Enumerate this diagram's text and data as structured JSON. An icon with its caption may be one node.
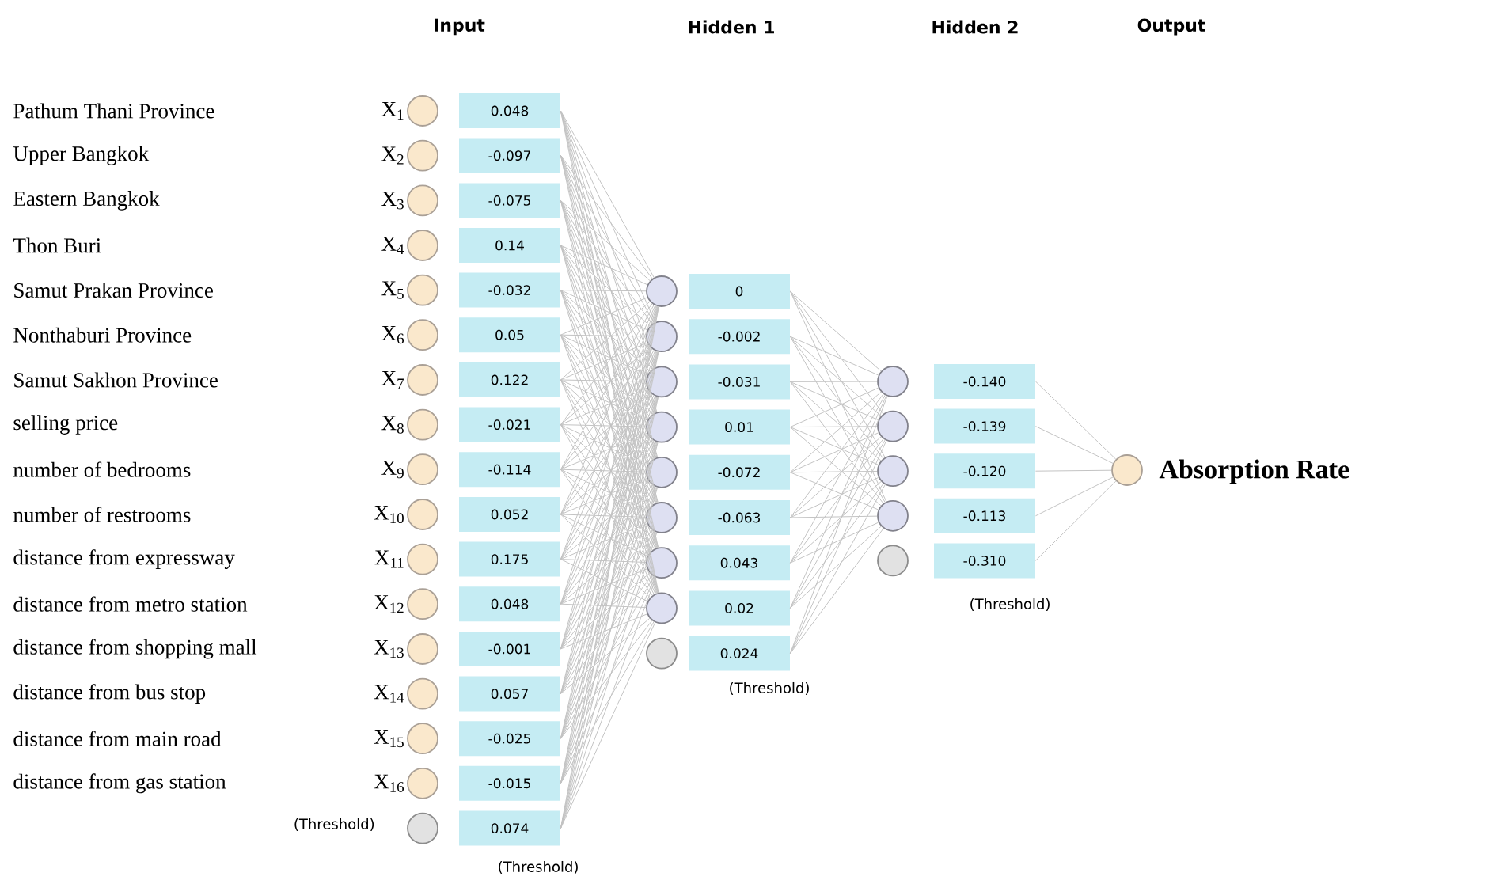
{
  "diagram": {
    "nodes": [
      {
        "text": [],
        "shape": "circle",
        "beside": [
          "X$_{1}$"
        ]
      },
      {
        "text": [
          "0.048"
        ]
      },
      {
        "text": [],
        "shape": "circle",
        "beside": [
          "X$_{2}$"
        ]
      },
      {
        "text": [
          "-0.097"
        ]
      },
      {
        "text": [],
        "shape": "circle",
        "beside": [
          "X$_{3}$"
        ]
      },
      {
        "text": [
          "-0.075"
        ]
      },
      {
        "text": [],
        "shape": "circle",
        "beside": [
          "X$_{4}$"
        ]
      },
      {
        "text": [
          "0.14"
        ]
      },
      {
        "text": [],
        "shape": "circle",
        "beside": [
          "X$_{5}$"
        ]
      },
      {
        "text": [
          "-0.032"
        ]
      },
      {
        "text": [],
        "shape": "circle",
        "beside": [
          "X$_{6}$"
        ]
      },
      {
        "text": [
          "0.05"
        ]
      },
      {
        "text": [],
        "shape": "circle",
        "beside": [
          "X$_{7}$"
        ]
      },
      {
        "text": [
          "0.122"
        ]
      },
      {
        "text": [],
        "shape": "circle",
        "beside": [
          "X$_{8}$"
        ]
      },
      {
        "text": [
          "-0.021"
        ]
      },
      {
        "text": [],
        "shape": "circle",
        "beside": [
          "X$_{9}$"
        ]
      },
      {
        "text": [
          "-0.114"
        ]
      },
      {
        "text": [],
        "shape": "circle",
        "beside": [
          "X$_{10}$"
        ]
      },
      {
        "text": [
          "0.052"
        ]
      },
      {
        "text": [],
        "shape": "circle",
        "beside": [
          "X$_{11}$"
        ]
      },
      {
        "text": [
          "0.175"
        ]
      },
      {
        "text": [],
        "shape": "circle",
        "beside": [
          "X$_{12}$"
        ]
      },
      {
        "text": [
          "0.048"
        ]
      },
      {
        "text": [],
        "shape": "circle",
        "beside": [
          "X$_{13}$"
        ]
      },
      {
        "text": [
          "-0.001"
        ]
      },
      {
        "text": [],
        "shape": "circle",
        "beside": [
          "X$_{14}$"
        ]
      },
      {
        "text": [
          "0.057"
        ]
      },
      {
        "text": [],
        "shape": "circle",
        "beside": [
          "X$_{15}$"
        ]
      },
      {
        "text": [
          "-0.025"
        ]
      },
      {
        "text": [],
        "shape": "circle",
        "beside": [
          "X$_{16}$"
        ]
      },
      {
        "text": [
          "-0.015"
        ]
      },
      {
        "text": [],
        "shape": "circle"
      },
      {
        "text": [
          "0.074"
        ]
      },
      {
        "text": [],
        "shape": "circle"
      },
      {
        "text": [
          "0"
        ]
      },
      {
        "text": [],
        "shape": "circle"
      },
      {
        "text": [
          "-0.002"
        ]
      },
      {
        "text": [],
        "shape": "circle"
      },
      {
        "text": [
          "-0.031"
        ]
      },
      {
        "text": [],
        "shape": "circle"
      },
      {
        "text": [
          "0.01"
        ]
      },
      {
        "text": [],
        "shape": "circle"
      },
      {
        "text": [
          "-0.072"
        ]
      },
      {
        "text": [],
        "shape": "circle"
      },
      {
        "text": [
          "-0.063"
        ]
      },
      {
        "text": [],
        "shape": "circle"
      },
      {
        "text": [
          "0.043"
        ]
      },
      {
        "text": [],
        "shape": "circle"
      },
      {
        "text": [
          "0.02"
        ]
      },
      {
        "text": [],
        "shape": "circle"
      },
      {
        "text": [
          "0.024"
        ]
      },
      {
        "text": [],
        "shape": "circle"
      },
      {
        "text": [
          "-0.140"
        ]
      },
      {
        "text": [],
        "shape": "circle"
      },
      {
        "text": [
          "-0.139"
        ]
      },
      {
        "text": [],
        "shape": "circle"
      },
      {
        "text": [
          "-0.120"
        ]
      },
      {
        "text": [],
        "shape": "circle"
      },
      {
        "text": [
          "-0.113"
        ]
      },
      {
        "text": [],
        "shape": "circle"
      },
      {
        "text": [
          "-0.310"
        ]
      },
      {
        "text": [],
        "shape": "circle",
        "beside": [
          "Absorption Rate"
        ]
      }
    ],
    "edges": [
      {
        "from": 1,
        "to": 34,
        "arrow": "none"
      },
      {
        "from": 1,
        "to": 36,
        "arrow": "none"
      },
      {
        "from": 1,
        "to": 38,
        "arrow": "none"
      },
      {
        "from": 1,
        "to": 40,
        "arrow": "none"
      },
      {
        "from": 1,
        "to": 42,
        "arrow": "none"
      },
      {
        "from": 1,
        "to": 44,
        "arrow": "none"
      },
      {
        "from": 1,
        "to": 46,
        "arrow": "none"
      },
      {
        "from": 1,
        "to": 48,
        "arrow": "none"
      },
      {
        "from": 3,
        "to": 34,
        "arrow": "none"
      },
      {
        "from": 3,
        "to": 36,
        "arrow": "none"
      },
      {
        "from": 3,
        "to": 38,
        "arrow": "none"
      },
      {
        "from": 3,
        "to": 40,
        "arrow": "none"
      },
      {
        "from": 3,
        "to": 42,
        "arrow": "none"
      },
      {
        "from": 3,
        "to": 44,
        "arrow": "none"
      },
      {
        "from": 3,
        "to": 46,
        "arrow": "none"
      },
      {
        "from": 3,
        "to": 48,
        "arrow": "none"
      },
      {
        "from": 5,
        "to": 34,
        "arrow": "none"
      },
      {
        "from": 5,
        "to": 36,
        "arrow": "none"
      },
      {
        "from": 5,
        "to": 38,
        "arrow": "none"
      },
      {
        "from": 5,
        "to": 40,
        "arrow": "none"
      },
      {
        "from": 5,
        "to": 42,
        "arrow": "none"
      },
      {
        "from": 5,
        "to": 44,
        "arrow": "none"
      },
      {
        "from": 5,
        "to": 46,
        "arrow": "none"
      },
      {
        "from": 5,
        "to": 48,
        "arrow": "none"
      },
      {
        "from": 7,
        "to": 34,
        "arrow": "none"
      },
      {
        "from": 7,
        "to": 36,
        "arrow": "none"
      },
      {
        "from": 7,
        "to": 38,
        "arrow": "none"
      },
      {
        "from": 7,
        "to": 40,
        "arrow": "none"
      },
      {
        "from": 7,
        "to": 42,
        "arrow": "none"
      },
      {
        "from": 7,
        "to": 44,
        "arrow": "none"
      },
      {
        "from": 7,
        "to": 46,
        "arrow": "none"
      },
      {
        "from": 7,
        "to": 48,
        "arrow": "none"
      },
      {
        "from": 9,
        "to": 34,
        "arrow": "none"
      },
      {
        "from": 9,
        "to": 36,
        "arrow": "none"
      },
      {
        "from": 9,
        "to": 38,
        "arrow": "none"
      },
      {
        "from": 9,
        "to": 40,
        "arrow": "none"
      },
      {
        "from": 9,
        "to": 42,
        "arrow": "none"
      },
      {
        "from": 9,
        "to": 44,
        "arrow": "none"
      },
      {
        "from": 9,
        "to": 46,
        "arrow": "none"
      },
      {
        "from": 9,
        "to": 48,
        "arrow": "none"
      },
      {
        "from": 11,
        "to": 34,
        "arrow": "none"
      },
      {
        "from": 11,
        "to": 36,
        "arrow": "none"
      },
      {
        "from": 11,
        "to": 38,
        "arrow": "none"
      },
      {
        "from": 11,
        "to": 40,
        "arrow": "none"
      },
      {
        "from": 11,
        "to": 42,
        "arrow": "none"
      },
      {
        "from": 11,
        "to": 44,
        "arrow": "none"
      },
      {
        "from": 11,
        "to": 46,
        "arrow": "none"
      },
      {
        "from": 11,
        "to": 48,
        "arrow": "none"
      },
      {
        "from": 13,
        "to": 34,
        "arrow": "none"
      },
      {
        "from": 13,
        "to": 36,
        "arrow": "none"
      },
      {
        "from": 13,
        "to": 38,
        "arrow": "none"
      },
      {
        "from": 13,
        "to": 40,
        "arrow": "none"
      },
      {
        "from": 13,
        "to": 42,
        "arrow": "none"
      },
      {
        "from": 13,
        "to": 44,
        "arrow": "none"
      },
      {
        "from": 13,
        "to": 46,
        "arrow": "none"
      },
      {
        "from": 13,
        "to": 48,
        "arrow": "none"
      },
      {
        "from": 15,
        "to": 34,
        "arrow": "none"
      },
      {
        "from": 15,
        "to": 36,
        "arrow": "none"
      },
      {
        "from": 15,
        "to": 38,
        "arrow": "none"
      },
      {
        "from": 15,
        "to": 40,
        "arrow": "none"
      },
      {
        "from": 15,
        "to": 42,
        "arrow": "none"
      },
      {
        "from": 15,
        "to": 44,
        "arrow": "none"
      },
      {
        "from": 15,
        "to": 46,
        "arrow": "none"
      },
      {
        "from": 15,
        "to": 48,
        "arrow": "none"
      },
      {
        "from": 17,
        "to": 34,
        "arrow": "none"
      },
      {
        "from": 17,
        "to": 36,
        "arrow": "none"
      },
      {
        "from": 17,
        "to": 38,
        "arrow": "none"
      },
      {
        "from": 17,
        "to": 40,
        "arrow": "none"
      },
      {
        "from": 17,
        "to": 42,
        "arrow": "none"
      },
      {
        "from": 17,
        "to": 44,
        "arrow": "none"
      },
      {
        "from": 17,
        "to": 46,
        "arrow": "none"
      },
      {
        "from": 17,
        "to": 48,
        "arrow": "none"
      },
      {
        "from": 19,
        "to": 34,
        "arrow": "none"
      },
      {
        "from": 19,
        "to": 36,
        "arrow": "none"
      },
      {
        "from": 19,
        "to": 38,
        "arrow": "none"
      },
      {
        "from": 19,
        "to": 40,
        "arrow": "none"
      },
      {
        "from": 19,
        "to": 42,
        "arrow": "none"
      },
      {
        "from": 19,
        "to": 44,
        "arrow": "none"
      },
      {
        "from": 19,
        "to": 46,
        "arrow": "none"
      },
      {
        "from": 19,
        "to": 48,
        "arrow": "none"
      },
      {
        "from": 21,
        "to": 34,
        "arrow": "none"
      },
      {
        "from": 21,
        "to": 36,
        "arrow": "none"
      },
      {
        "from": 21,
        "to": 38,
        "arrow": "none"
      },
      {
        "from": 21,
        "to": 40,
        "arrow": "none"
      },
      {
        "from": 21,
        "to": 42,
        "arrow": "none"
      },
      {
        "from": 21,
        "to": 44,
        "arrow": "none"
      },
      {
        "from": 21,
        "to": 46,
        "arrow": "none"
      },
      {
        "from": 21,
        "to": 48,
        "arrow": "none"
      },
      {
        "from": 23,
        "to": 34,
        "arrow": "none"
      },
      {
        "from": 23,
        "to": 36,
        "arrow": "none"
      },
      {
        "from": 23,
        "to": 38,
        "arrow": "none"
      },
      {
        "from": 23,
        "to": 40,
        "arrow": "none"
      },
      {
        "from": 23,
        "to": 42,
        "arrow": "none"
      },
      {
        "from": 23,
        "to": 44,
        "arrow": "none"
      },
      {
        "from": 23,
        "to": 46,
        "arrow": "none"
      },
      {
        "from": 23,
        "to": 48,
        "arrow": "none"
      },
      {
        "from": 25,
        "to": 34,
        "arrow": "none"
      },
      {
        "from": 25,
        "to": 36,
        "arrow": "none"
      },
      {
        "from": 25,
        "to": 38,
        "arrow": "none"
      },
      {
        "from": 25,
        "to": 40,
        "arrow": "none"
      },
      {
        "from": 25,
        "to": 42,
        "arrow": "none"
      },
      {
        "from": 25,
        "to": 44,
        "arrow": "none"
      },
      {
        "from": 25,
        "to": 46,
        "arrow": "none"
      },
      {
        "from": 25,
        "to": 48,
        "arrow": "none"
      },
      {
        "from": 27,
        "to": 34,
        "arrow": "none"
      },
      {
        "from": 27,
        "to": 36,
        "arrow": "none"
      },
      {
        "from": 27,
        "to": 38,
        "arrow": "none"
      },
      {
        "from": 27,
        "to": 40,
        "arrow": "none"
      },
      {
        "from": 27,
        "to": 42,
        "arrow": "none"
      },
      {
        "from": 27,
        "to": 44,
        "arrow": "none"
      },
      {
        "from": 27,
        "to": 46,
        "arrow": "none"
      },
      {
        "from": 27,
        "to": 48,
        "arrow": "none"
      },
      {
        "from": 29,
        "to": 34,
        "arrow": "none"
      },
      {
        "from": 29,
        "to": 36,
        "arrow": "none"
      },
      {
        "from": 29,
        "to": 38,
        "arrow": "none"
      },
      {
        "from": 29,
        "to": 40,
        "arrow": "none"
      },
      {
        "from": 29,
        "to": 42,
        "arrow": "none"
      },
      {
        "from": 29,
        "to": 44,
        "arrow": "none"
      },
      {
        "from": 29,
        "to": 46,
        "arrow": "none"
      },
      {
        "from": 29,
        "to": 48,
        "arrow": "none"
      },
      {
        "from": 31,
        "to": 34,
        "arrow": "none"
      },
      {
        "from": 31,
        "to": 36,
        "arrow": "none"
      },
      {
        "from": 31,
        "to": 38,
        "arrow": "none"
      },
      {
        "from": 31,
        "to": 40,
        "arrow": "none"
      },
      {
        "from": 31,
        "to": 42,
        "arrow": "none"
      },
      {
        "from": 31,
        "to": 44,
        "arrow": "none"
      },
      {
        "from": 31,
        "to": 46,
        "arrow": "none"
      },
      {
        "from": 31,
        "to": 48,
        "arrow": "none"
      },
      {
        "from": 33,
        "to": 34,
        "arrow": "none"
      },
      {
        "from": 33,
        "to": 36,
        "arrow": "none"
      },
      {
        "from": 33,
        "to": 38,
        "arrow": "none"
      },
      {
        "from": 33,
        "to": 40,
        "arrow": "none"
      },
      {
        "from": 33,
        "to": 42,
        "arrow": "none"
      },
      {
        "from": 33,
        "to": 44,
        "arrow": "none"
      },
      {
        "from": 33,
        "to": 46,
        "arrow": "none"
      },
      {
        "from": 33,
        "to": 48,
        "arrow": "none"
      },
      {
        "from": 35,
        "to": 52,
        "arrow": "none"
      },
      {
        "from": 35,
        "to": 54,
        "arrow": "none"
      },
      {
        "from": 35,
        "to": 56,
        "arrow": "none"
      },
      {
        "from": 35,
        "to": 58,
        "arrow": "none"
      },
      {
        "from": 37,
        "to": 52,
        "arrow": "none"
      },
      {
        "from": 37,
        "to": 54,
        "arrow": "none"
      },
      {
        "from": 37,
        "to": 56,
        "arrow": "none"
      },
      {
        "from": 37,
        "to": 58,
        "arrow": "none"
      },
      {
        "from": 39,
        "to": 52,
        "arrow": "none"
      },
      {
        "from": 39,
        "to": 54,
        "arrow": "none"
      },
      {
        "from": 39,
        "to": 56,
        "arrow": "none"
      },
      {
        "from": 39,
        "to": 58,
        "arrow": "none"
      },
      {
        "from": 41,
        "to": 52,
        "arrow": "none"
      },
      {
        "from": 41,
        "to": 54,
        "arrow": "none"
      },
      {
        "from": 41,
        "to": 56,
        "arrow": "none"
      },
      {
        "from": 41,
        "to": 58,
        "arrow": "none"
      },
      {
        "from": 43,
        "to": 52,
        "arrow": "none"
      },
      {
        "from": 43,
        "to": 54,
        "arrow": "none"
      },
      {
        "from": 43,
        "to": 56,
        "arrow": "none"
      },
      {
        "from": 43,
        "to": 58,
        "arrow": "none"
      },
      {
        "from": 45,
        "to": 52,
        "arrow": "none"
      },
      {
        "from": 45,
        "to": 54,
        "arrow": "none"
      },
      {
        "from": 45,
        "to": 56,
        "arrow": "none"
      },
      {
        "from": 45,
        "to": 58,
        "arrow": "none"
      },
      {
        "from": 47,
        "to": 52,
        "arrow": "none"
      },
      {
        "from": 47,
        "to": 54,
        "arrow": "none"
      },
      {
        "from": 47,
        "to": 56,
        "arrow": "none"
      },
      {
        "from": 47,
        "to": 58,
        "arrow": "none"
      },
      {
        "from": 49,
        "to": 52,
        "arrow": "none"
      },
      {
        "from": 49,
        "to": 54,
        "arrow": "none"
      },
      {
        "from": 49,
        "to": 56,
        "arrow": "none"
      },
      {
        "from": 49,
        "to": 58,
        "arrow": "none"
      },
      {
        "from": 51,
        "to": 52,
        "arrow": "none"
      },
      {
        "from": 51,
        "to": 54,
        "arrow": "none"
      },
      {
        "from": 51,
        "to": 56,
        "arrow": "none"
      },
      {
        "from": 51,
        "to": 58,
        "arrow": "none"
      },
      {
        "from": 53,
        "to": 62,
        "arrow": "none"
      },
      {
        "from": 55,
        "to": 62,
        "arrow": "none"
      },
      {
        "from": 57,
        "to": 62,
        "arrow": "none"
      },
      {
        "from": 59,
        "to": 62,
        "arrow": "none"
      },
      {
        "from": 61,
        "to": 62,
        "arrow": "none"
      }
    ],
    "labels": [
      "Input",
      "Hidden 1",
      "Hidden 2",
      "Output",
      "Pathum Thani Province",
      "Upper Bangkok",
      "Eastern Bangkok",
      "Thon Buri",
      "Samut Prakan Province",
      "Nonthaburi Province",
      "Samut Sakhon Province",
      "selling price",
      "number of bedrooms",
      "number of restrooms",
      "distance from expressway",
      "distance from metro station",
      "distance from shopping mall",
      "distance from bus stop",
      "distance from main road",
      "distance from gas station",
      "(Threshold)",
      "(Threshold)",
      "(Threshold)",
      "(Threshold)"
    ]
  }
}
